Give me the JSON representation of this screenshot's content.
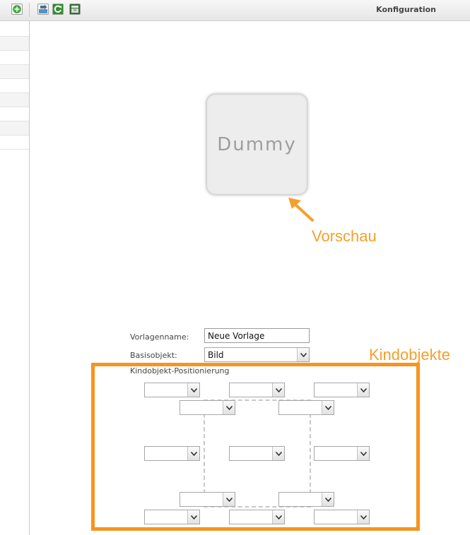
{
  "toolbar": {
    "title": "Konfiguration",
    "buttons": [
      {
        "name": "add-icon",
        "color": "#3aa83a"
      },
      {
        "name": "export-icon",
        "color": "#4a7fb5"
      },
      {
        "name": "refresh-icon",
        "color": "#2e8b2e"
      },
      {
        "name": "archive-icon",
        "color": "#3a7a3a"
      }
    ]
  },
  "preview": {
    "dummy_label": "Dummy"
  },
  "annotations": {
    "preview": "Vorschau",
    "children": "Kindobjekte",
    "color": "#f7941d"
  },
  "form": {
    "template_name_label": "Vorlagenname:",
    "template_name_value": "Neue Vorlage",
    "base_object_label": "Basisobjekt:",
    "base_object_value": "Bild",
    "child_positioning_label": "Kindobjekt-Positionierung"
  },
  "positions": [
    "top-left",
    "top-center",
    "top-right",
    "upper-inner-left",
    "upper-inner-right",
    "middle-left",
    "center",
    "middle-right",
    "lower-inner-left",
    "lower-inner-right",
    "bottom-left",
    "bottom-center",
    "bottom-right"
  ]
}
